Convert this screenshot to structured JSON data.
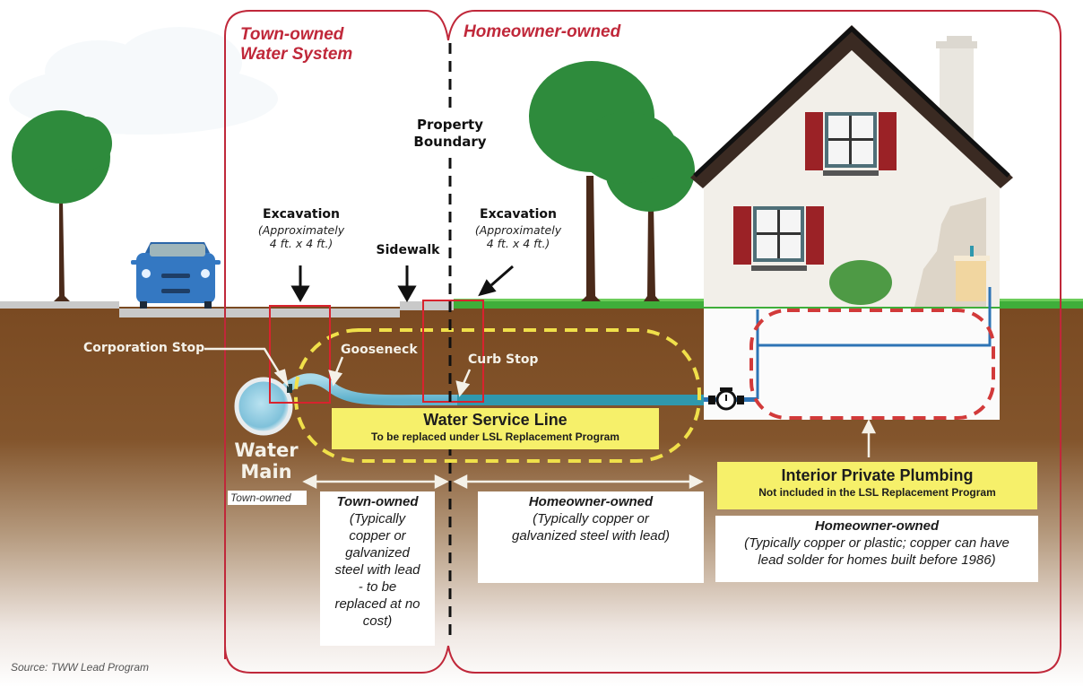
{
  "headings": {
    "town_owned_line1": "Town-owned",
    "town_owned_line2": "Water System",
    "homeowner_owned": "Homeowner-owned"
  },
  "labels": {
    "property_boundary_line1": "Property",
    "property_boundary_line2": "Boundary",
    "excavation_left": {
      "title": "Excavation",
      "sub1": "(Approximately",
      "sub2": "4 ft. x 4 ft.)"
    },
    "excavation_right": {
      "title": "Excavation",
      "sub1": "(Approximately",
      "sub2": "4 ft. x 4 ft.)"
    },
    "sidewalk": "Sidewalk",
    "corporation_stop": "Corporation Stop",
    "gooseneck": "Gooseneck",
    "curb_stop": "Curb Stop",
    "water_main_line1": "Water",
    "water_main_line2": "Main",
    "water_main_owner": "Town-owned"
  },
  "service_line_box": {
    "title": "Water Service Line",
    "subtitle": "To be replaced under LSL Replacement Program"
  },
  "interior_box": {
    "title": "Interior Private Plumbing",
    "subtitle": "Not included in the LSL Replacement Program"
  },
  "ownership_boxes": {
    "town": {
      "heading": "Town-owned",
      "lines": [
        "(Typically",
        "copper or",
        "galvanized",
        "steel with lead",
        "- to be",
        "replaced at no",
        "cost)"
      ]
    },
    "homeowner_service": {
      "heading": "Homeowner-owned",
      "lines": [
        "(Typically copper or",
        "galvanized steel with lead)"
      ]
    },
    "homeowner_interior": {
      "heading": "Homeowner-owned",
      "lines": [
        "(Typically copper or plastic; copper can have",
        "lead solder for homes built before 1986)"
      ]
    }
  },
  "source": "Source: TWW Lead Program",
  "icons": {
    "tree": "tree-icon",
    "car": "car-icon",
    "house": "house-icon",
    "water_meter": "water-meter-icon",
    "arrow": "arrow-icon"
  },
  "colors": {
    "region_outline": "#c0283a",
    "soil": "#7a4a22",
    "grass": "#3fae3a",
    "highlight_yellow": "#f6f06a",
    "pipe_blue": "#7cc4dc",
    "pipe_teal": "#2f98ad",
    "tree_green": "#2e8b3c"
  }
}
